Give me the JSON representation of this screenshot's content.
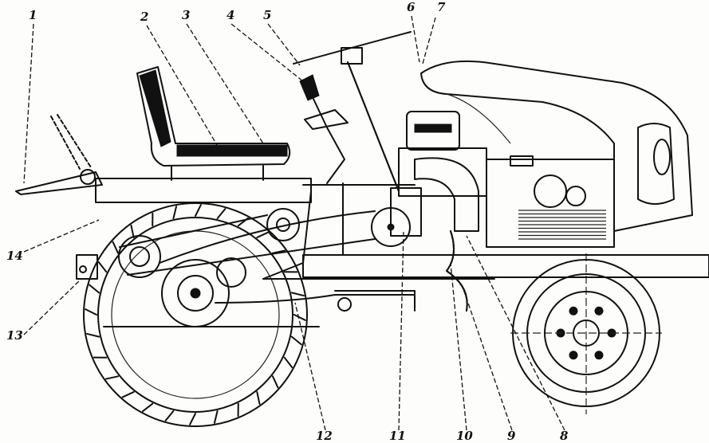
{
  "figure": {
    "subject": "tractor-side-view",
    "callouts": [
      {
        "id": "c1",
        "label": "1"
      },
      {
        "id": "c2",
        "label": "2"
      },
      {
        "id": "c3",
        "label": "3"
      },
      {
        "id": "c4",
        "label": "4"
      },
      {
        "id": "c5",
        "label": "5"
      },
      {
        "id": "c6",
        "label": "6"
      },
      {
        "id": "c7",
        "label": "7"
      },
      {
        "id": "c8",
        "label": "8"
      },
      {
        "id": "c9",
        "label": "9"
      },
      {
        "id": "c10",
        "label": "10"
      },
      {
        "id": "c11",
        "label": "11"
      },
      {
        "id": "c12",
        "label": "12"
      },
      {
        "id": "c13",
        "label": "13"
      },
      {
        "id": "c14",
        "label": "14"
      }
    ]
  }
}
